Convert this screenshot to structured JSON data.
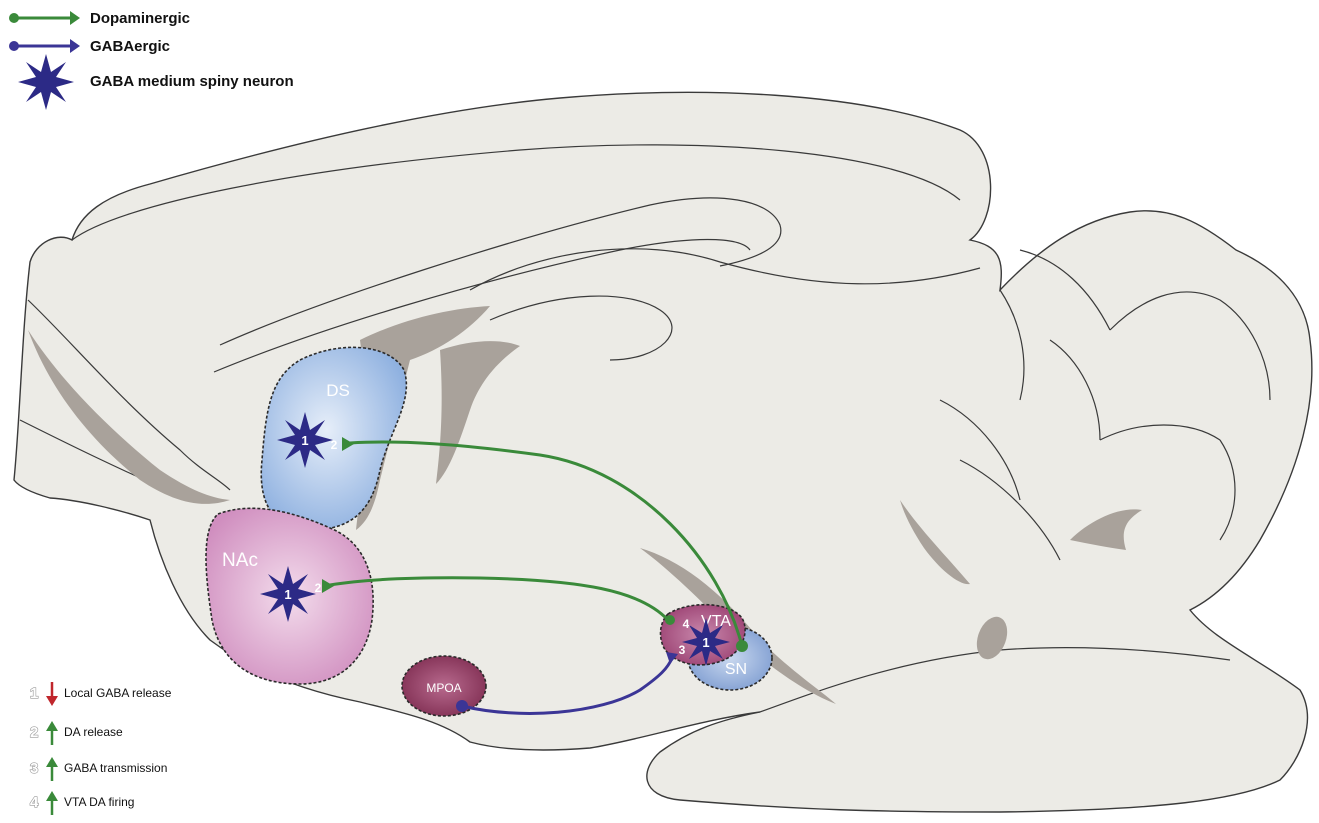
{
  "legend": {
    "dopaminergic": {
      "label": "Dopaminergic",
      "color": "#3a8a3a"
    },
    "gabaergic": {
      "label": "GABAergic",
      "color": "#3b3596"
    },
    "msn": {
      "label": "GABA medium spiny neuron",
      "color": "#2c2a86"
    }
  },
  "regions": {
    "ds": "DS",
    "nac": "NAc",
    "vta": "VTA",
    "sn": "SN",
    "mpoa": "MPOA"
  },
  "site_numbers": {
    "ds_star": "1",
    "ds_release": "2",
    "nac_star": "1",
    "nac_release": "2",
    "vta_star": "1",
    "vta_firing": "4",
    "vta_transmission": "3"
  },
  "key": [
    {
      "num": "1",
      "direction": "down",
      "color": "#c0262c",
      "text": "Local GABA release"
    },
    {
      "num": "2",
      "direction": "up",
      "color": "#3a8a3a",
      "text": "DA release"
    },
    {
      "num": "3",
      "direction": "up",
      "color": "#3a8a3a",
      "text": "GABA transmission"
    },
    {
      "num": "4",
      "direction": "up",
      "color": "#3a8a3a",
      "text": "VTA DA firing"
    }
  ],
  "colors": {
    "brain_fill": "#ecebe6",
    "ventricle": "#a9a29b",
    "ds_fill": "#9dbde6",
    "nac_fill": "#d796c6",
    "vta_fill": "#a34a7a",
    "sn_fill": "#8aa7d6",
    "mpoa_fill": "#8a3358"
  }
}
